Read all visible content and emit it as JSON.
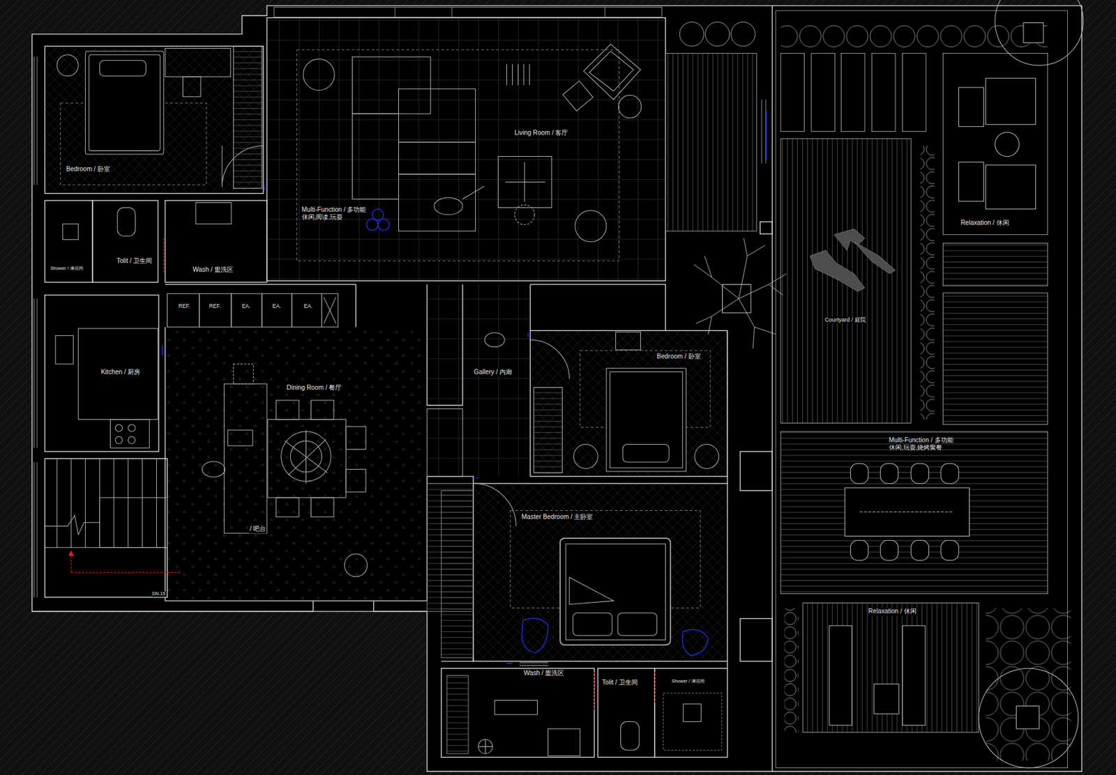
{
  "diagram": {
    "nodes": [
      {
        "text": [
          "Bedroom / 卧室"
        ]
      },
      {
        "text": [
          "Living Room / 客厅",
          "Multi-Function / 多功能 休闲,阅读,玩耍"
        ]
      },
      {
        "text": [
          "Shower / 淋浴间"
        ]
      },
      {
        "text": [
          "Tolit / 卫生间"
        ]
      },
      {
        "text": [
          "Wash / 盥洗区"
        ]
      },
      {
        "text": [
          "Kitchen / 厨房"
        ]
      },
      {
        "text": [
          "Dining Room / 餐厅",
          "/ 吧台"
        ]
      },
      {
        "text": [
          "Gallery / 内廊"
        ]
      },
      {
        "text": [
          "Bedroom / 卧室"
        ]
      },
      {
        "text": [
          "Master Bedroom / 主卧室"
        ]
      },
      {
        "text": [
          "Wash / 盥洗区"
        ]
      },
      {
        "text": [
          "Tolit / 卫生间"
        ]
      },
      {
        "text": [
          "Shower / 淋浴间"
        ]
      },
      {
        "text": [
          "Courtyard / 庭院"
        ]
      },
      {
        "text": [
          "Relaxation / 休闲"
        ]
      },
      {
        "text": [
          "Multi-Function / 多功能 休闲,玩耍,烧烤聚餐"
        ]
      },
      {
        "text": [
          "Relaxation / 休闲"
        ]
      }
    ],
    "labels": [
      "REF.",
      "REF.",
      "EA.",
      "EA.",
      "EA.",
      "DN.15"
    ]
  }
}
